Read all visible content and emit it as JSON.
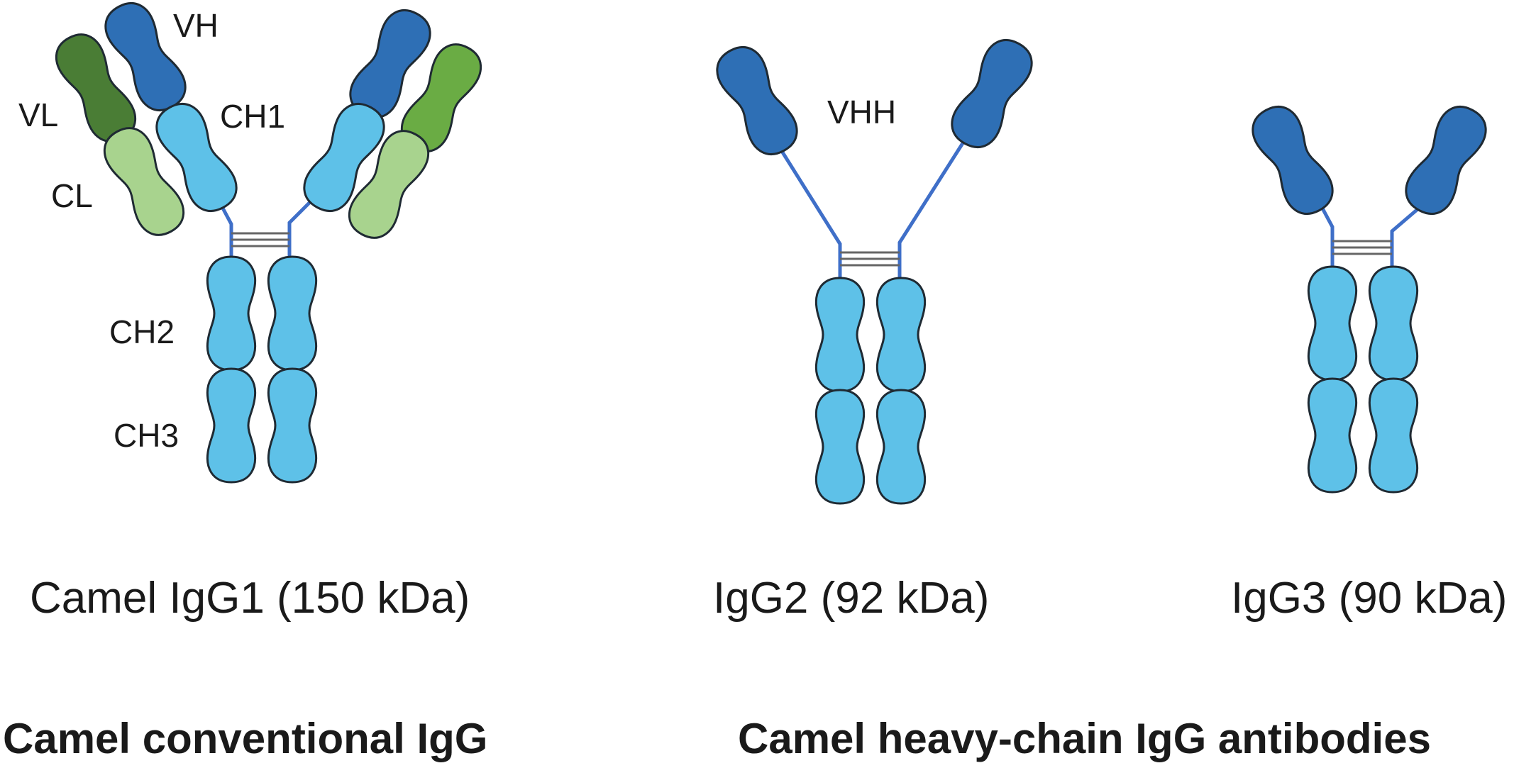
{
  "labels": {
    "vh": "VH",
    "vl": "VL",
    "ch1": "CH1",
    "cl": "CL",
    "ch2": "CH2",
    "ch3": "CH3",
    "vhh": "VHH"
  },
  "captions": {
    "igg1": "Camel IgG1 (150 kDa)",
    "igg2": "IgG2 (92 kDa)",
    "igg3": "IgG3 (90 kDa)"
  },
  "headings": {
    "conventional": "Camel conventional IgG",
    "heavy_chain": "Camel heavy-chain IgG antibodies"
  },
  "colors": {
    "variable_heavy": "#2e6fb5",
    "constant_heavy": "#5ec1e8",
    "variable_light": "#4a7d35",
    "variable_light_right": "#6aac44",
    "constant_light": "#a8d38e",
    "hinge": "#3f6fc8",
    "disulfide": "#666666"
  }
}
